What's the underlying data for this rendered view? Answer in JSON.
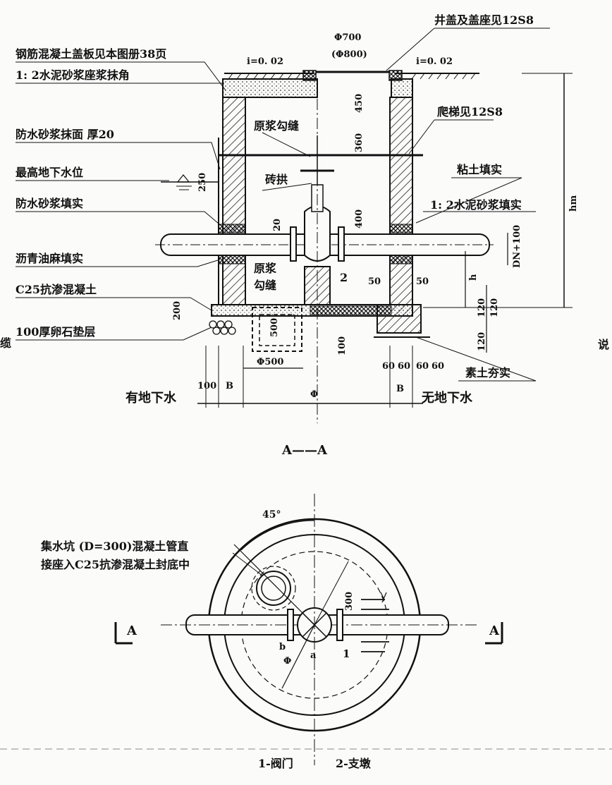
{
  "section_view": {
    "callouts": {
      "cover_plate": "钢筋混凝土盖板见本图册38页",
      "mortar_corner": "1: 2水泥砂浆座浆抹角",
      "waterproof_surface": "防水砂浆抹面 厚20",
      "max_groundwater": "最高地下水位",
      "waterproof_fill": "防水砂浆填实",
      "asphalt_fill": "沥青油麻填实",
      "c25_concrete": "C25抗渗混凝土",
      "pebble_cushion": "100厚卵石垫层",
      "manhole_cover": "井盖及盖座见12S8",
      "ladder": "爬梯见12S8",
      "clay_fill": "粘土填实",
      "cement_mortar_fill": "1: 2水泥砂浆填实",
      "compacted_soil": "素土夯实",
      "joint_top": "原浆勾缝",
      "brick_arch": "砖拱",
      "joint_bottom_1": "原浆",
      "joint_bottom_2": "勾缝",
      "with_groundwater": "有地下水",
      "without_groundwater": "无地下水",
      "right_edge_char": "说",
      "left_edge_char": "缆"
    },
    "dimensions": {
      "d700": "Φ700",
      "d800": "(Φ800)",
      "slope_left": "i=0. 02",
      "slope_right": "i=0. 02",
      "d450": "450",
      "d360": "360",
      "d250": "250",
      "d20": "20",
      "d400": "400",
      "dn100": "DN+100",
      "h": "h",
      "hm": "hm",
      "d50_left": "50",
      "d50_right": "50",
      "d120_a": "120",
      "d120_b": "120",
      "d120_c": "120",
      "d200": "200",
      "d500": "500",
      "d100_v": "100",
      "phi500": "Φ500",
      "d100_h": "100",
      "b_left": "B",
      "phi": "Φ",
      "b_right": "B",
      "d60_1": "60",
      "d60_2": "60",
      "d60_3": "60",
      "d60_4": "60",
      "marker_2": "2"
    }
  },
  "section_title": "A——A",
  "plan_view": {
    "sump_note_line1": "集水坑  (D=300)混凝土管直",
    "sump_note_line2": "接座入C25抗渗混凝土封底中",
    "angle": "45°",
    "section_mark_left": "A",
    "section_mark_right": "A",
    "dim_300": "300",
    "dim_b": "b",
    "dim_a": "a",
    "dim_phi": "Φ",
    "marker_1": "1"
  },
  "legend": {
    "item1": "1-阀门",
    "item2": "2-支墩"
  }
}
